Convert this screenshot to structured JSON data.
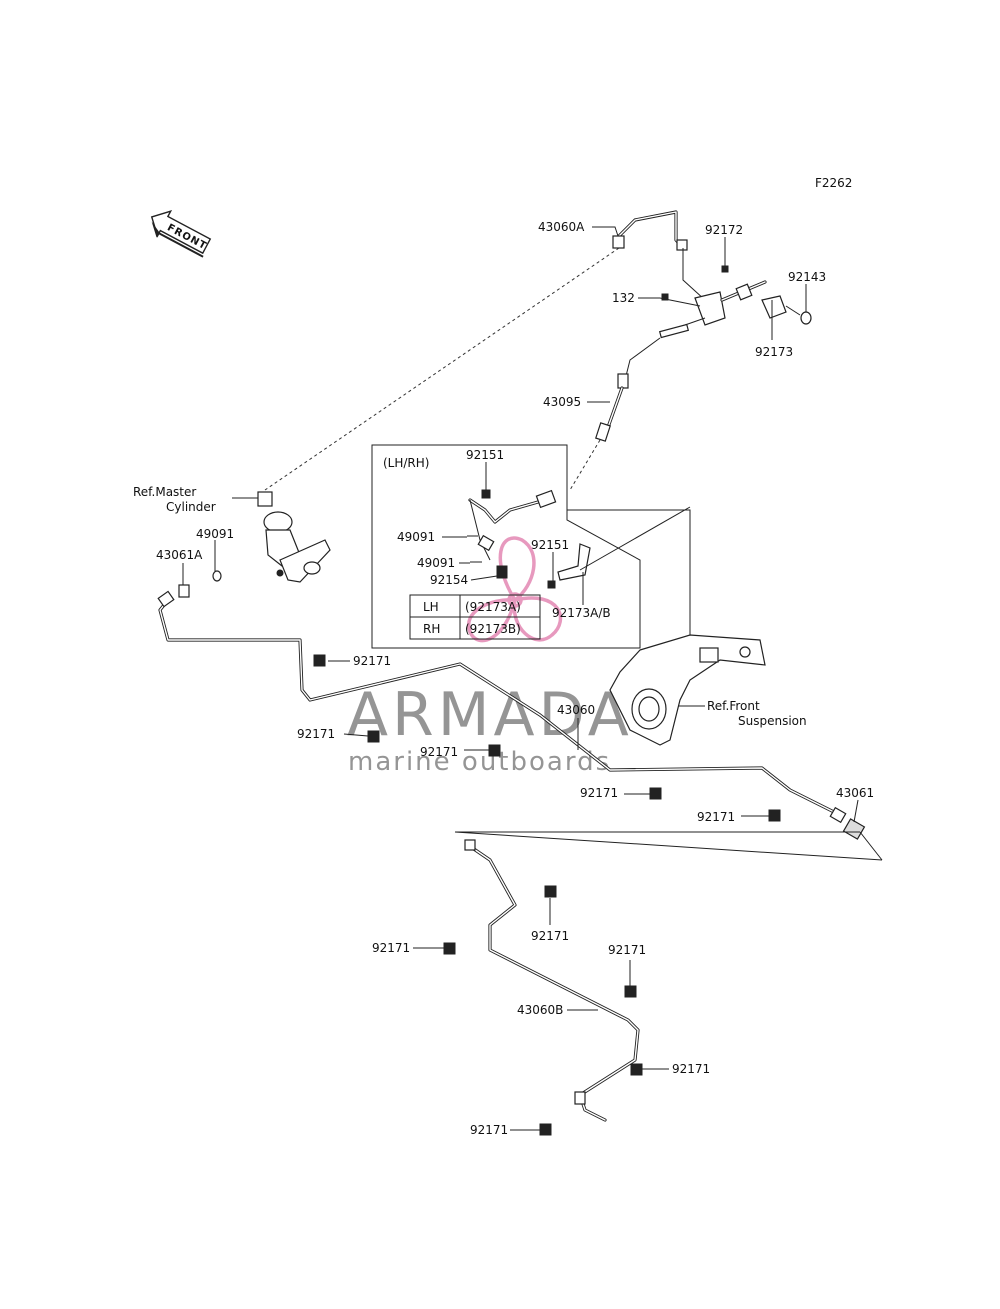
{
  "figure_id": "F2262",
  "front_arrow": "FRONT",
  "group_label": "(LH/RH)",
  "side_table": [
    {
      "side": "LH",
      "part": "(92173A)"
    },
    {
      "side": "RH",
      "part": "(92173B)"
    }
  ],
  "refs": {
    "master_line1": "Ref.Master",
    "master_line2": "Cylinder",
    "front_line1": "Ref.Front",
    "front_line2": "Suspension"
  },
  "labels": {
    "p43060A": "43060A",
    "p92172": "92172",
    "p92143": "92143",
    "p132": "132",
    "p92173": "92173",
    "p43095": "43095",
    "p92151a": "92151",
    "p49091a": "49091",
    "p49091b": "49091",
    "p92154": "92154",
    "p92151b": "92151",
    "p92173AB": "92173A/B",
    "p49091c": "49091",
    "p43061A": "43061A",
    "p92171a": "92171",
    "p92171b": "92171",
    "p92171c": "92171",
    "p43060": "43060",
    "p92171d": "92171",
    "p92171e": "92171",
    "p43061": "43061",
    "p92171f": "92171",
    "p92171g": "92171",
    "p92171h": "92171",
    "p43060B": "43060B",
    "p92171i": "92171",
    "p92171j": "92171"
  },
  "watermark": {
    "brand": "ARMADA",
    "tagline": "marine outboards",
    "color_text": "#8a8a8a",
    "color_logo": "#e58fb8"
  }
}
